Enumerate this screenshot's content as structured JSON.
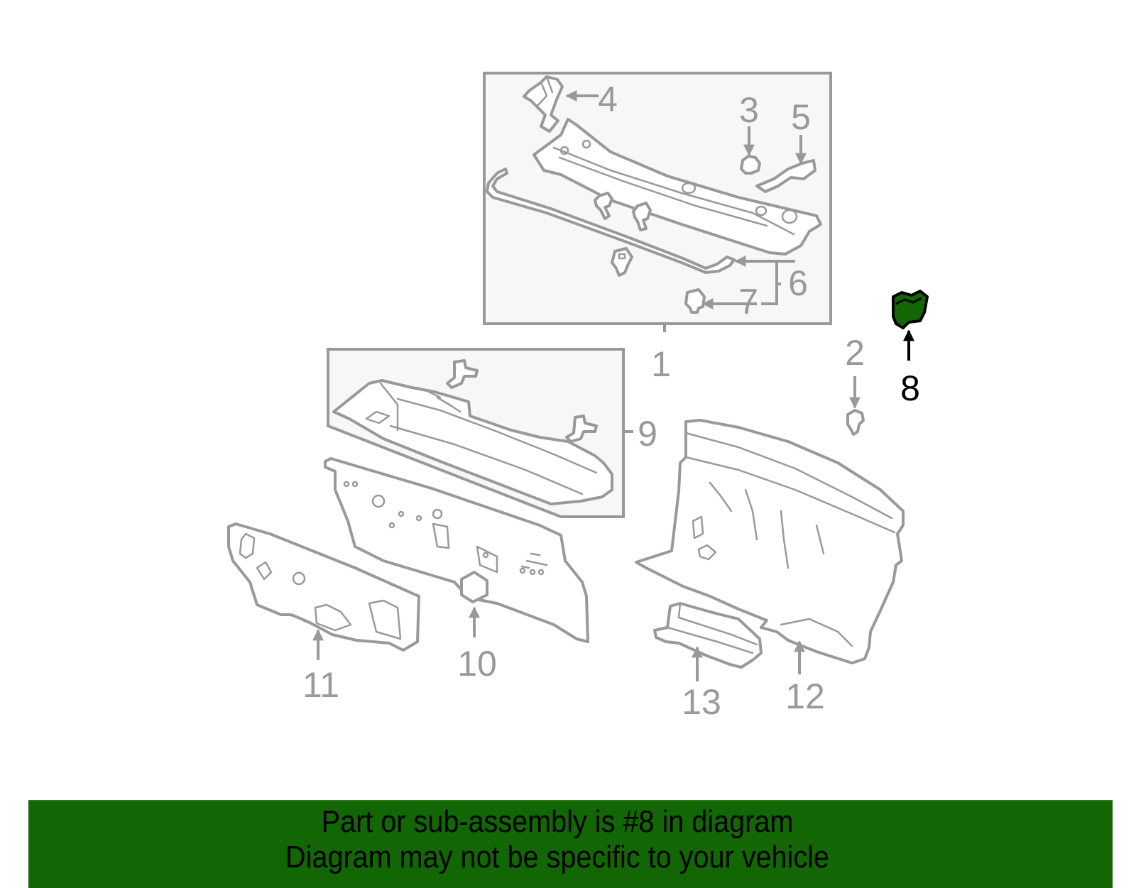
{
  "diagram": {
    "highlighted_part": "8",
    "highlight_color": "#126604",
    "line_color": "#999999",
    "callouts": [
      {
        "id": "1",
        "label": "1"
      },
      {
        "id": "2",
        "label": "2"
      },
      {
        "id": "3",
        "label": "3"
      },
      {
        "id": "4",
        "label": "4"
      },
      {
        "id": "5",
        "label": "5"
      },
      {
        "id": "6",
        "label": "6"
      },
      {
        "id": "7",
        "label": "7"
      },
      {
        "id": "8",
        "label": "8"
      },
      {
        "id": "9",
        "label": "9"
      },
      {
        "id": "10",
        "label": "10"
      },
      {
        "id": "11",
        "label": "11"
      },
      {
        "id": "12",
        "label": "12"
      },
      {
        "id": "13",
        "label": "13"
      }
    ]
  },
  "banner": {
    "background_color": "#126604",
    "line1": "Part or sub-assembly is #8 in diagram",
    "line2": "Diagram may not be specific to your vehicle"
  }
}
